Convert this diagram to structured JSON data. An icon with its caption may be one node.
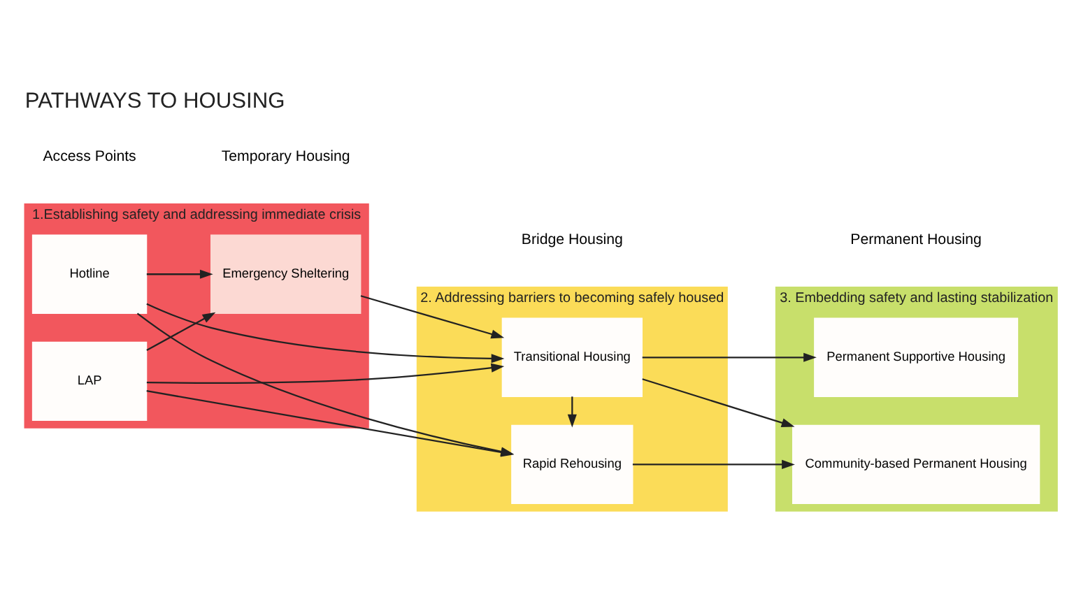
{
  "diagram": {
    "title": "PATHWAYS TO HOUSING",
    "nodes": [
      {
        "text": [
          "1.Establishing safety and addressing immediate crisis"
        ]
      },
      {
        "text": [
          "2. Addressing barriers to becoming safely housed"
        ]
      },
      {
        "text": [
          "3. Embedding safety and lasting stabilization"
        ]
      },
      {
        "text": [
          "Hotline"
        ],
        "in": 0
      },
      {
        "text": [
          "LAP"
        ],
        "in": 0
      },
      {
        "text": [
          "Emergency Sheltering"
        ],
        "in": 0
      },
      {
        "text": [
          "Transitional Housing"
        ],
        "in": 1
      },
      {
        "text": [
          "Rapid Rehousing"
        ],
        "in": 1
      },
      {
        "text": [
          "Permanent Supportive Housing"
        ],
        "in": 2
      },
      {
        "text": [
          "Community-based Permanent Housing"
        ],
        "in": 2
      }
    ],
    "edges": [
      {
        "from": 3,
        "to": 6,
        "arrow": "to"
      },
      {
        "from": 3,
        "to": 5,
        "arrow": "to"
      },
      {
        "from": 3,
        "to": 7,
        "arrow": "to"
      },
      {
        "from": 4,
        "to": 5,
        "arrow": "to"
      },
      {
        "from": 4,
        "to": 6,
        "arrow": "to"
      },
      {
        "from": 4,
        "to": 7,
        "arrow": "to"
      },
      {
        "from": 5,
        "to": 6,
        "arrow": "to"
      },
      {
        "from": 6,
        "to": 7,
        "arrow": "to"
      },
      {
        "from": 6,
        "to": 8,
        "arrow": "to"
      },
      {
        "from": 6,
        "to": 9,
        "arrow": "to"
      },
      {
        "from": 7,
        "to": 9,
        "arrow": "to"
      }
    ],
    "labels": [
      "Access Points",
      "Temporary Housing",
      "Bridge Housing",
      "Permanent Housing"
    ]
  }
}
